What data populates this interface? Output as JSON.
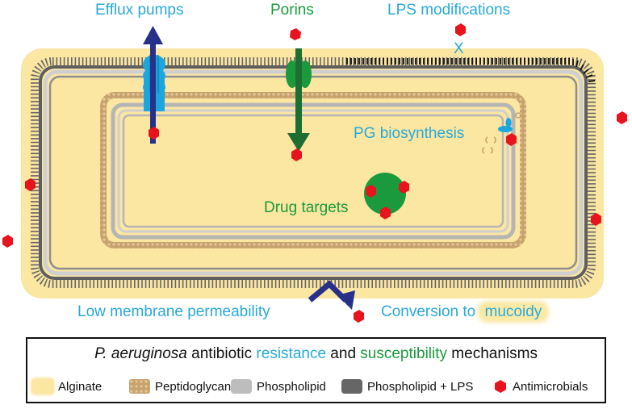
{
  "labels": {
    "efflux": "Efflux pumps",
    "porins": "Porins",
    "lps_mod": "LPS modifications",
    "pg_bio": "PG biosynthesis",
    "drug_targets": "Drug targets",
    "low_perm": "Low membrane permeability",
    "conversion": "Conversion to",
    "mucoidy": "mucoidy",
    "x_mark": "X"
  },
  "legend": {
    "title_italic": "P. aeruginosa",
    "title_t1": " antibiotic ",
    "title_resistance": "resistance",
    "title_and": " and ",
    "title_susceptibility": "susceptibility",
    "title_t2": " mechanisms",
    "items": [
      "Alginate",
      "Peptidoglycan",
      "Phospholipid",
      "Phospholipid + LPS",
      "Antimicrobials"
    ]
  },
  "colors": {
    "alginate": "#fbe6a2",
    "peptidoglycan": "#c8a26c",
    "phospholipid": "#bdbdbd",
    "phospholipid_lps": "#666666",
    "antimicrobial": "#e8141d",
    "resistance_text": "#29a9d9",
    "susceptibility_text": "#1a9a3c",
    "arrow_navy": "#27318a",
    "arrow_green": "#1e6e32"
  }
}
